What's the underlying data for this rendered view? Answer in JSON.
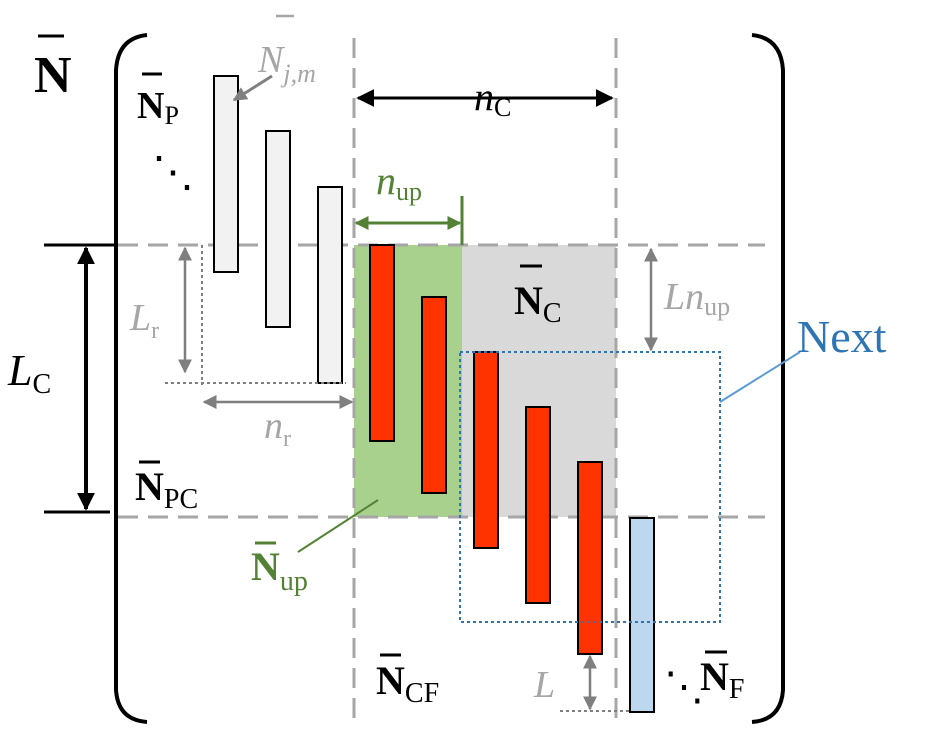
{
  "colors": {
    "black": "#000000",
    "gray_label": "#a6a6a6",
    "gray_arrow": "#7f7f7f",
    "dash": "#a6a6a6",
    "light_bar_fill": "#f2f2f2",
    "red_bar_fill": "#ff3300",
    "green_region": "#a9d18e",
    "green_text": "#548235",
    "gray_region": "#d9d9d9",
    "blue_bar_fill": "#bdd7ee",
    "blue_text": "#2e75b6",
    "next_box": "#2e75b6"
  },
  "labels": {
    "matrix_main": "N",
    "block_P": "N",
    "block_P_sub": "P",
    "element": "N",
    "element_sub": "j,m",
    "block_PC": "N",
    "block_PC_sub": "PC",
    "block_up": "N",
    "block_up_sub": "up",
    "block_C": "N",
    "block_C_sub": "C",
    "block_CF": "N",
    "block_CF_sub": "CF",
    "block_F": "N",
    "block_F_sub": "F",
    "dim_nC": "n",
    "dim_nC_sub": "C",
    "dim_nup": "n",
    "dim_nup_sub": "up",
    "dim_LC": "L",
    "dim_LC_sub": "C",
    "dim_Lr": "L",
    "dim_Lr_sub": "r",
    "dim_nr": "n",
    "dim_nr_sub": "r",
    "dim_Lnup": "Ln",
    "dim_Lnup_sub": "up",
    "dim_L": "L",
    "next_label": "Next",
    "ellipsis": "⋱"
  }
}
